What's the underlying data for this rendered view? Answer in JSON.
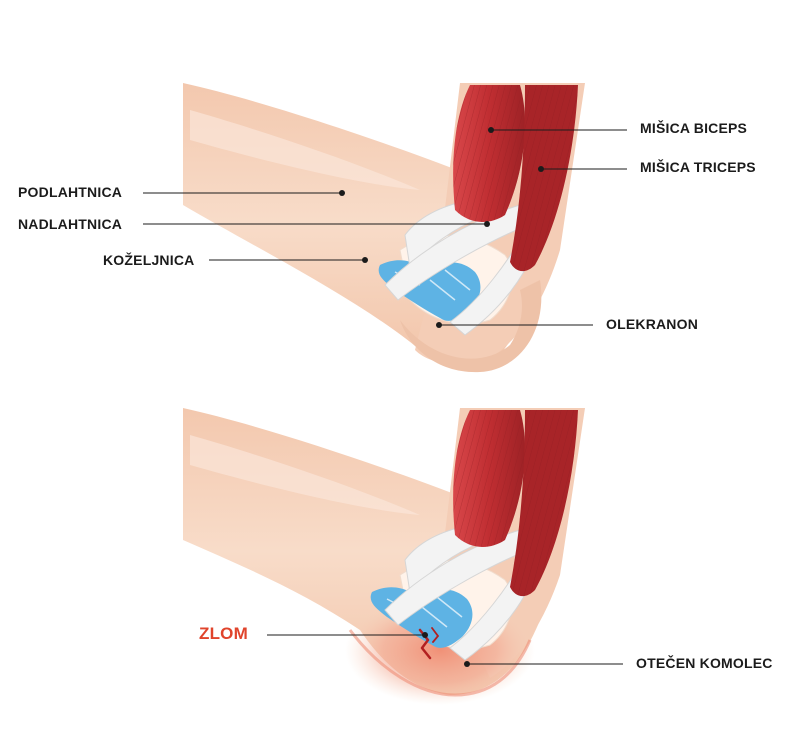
{
  "labels": {
    "forearm": "PODLAHTNICA",
    "humerus": "NADLAHTNICA",
    "radius": "KOŽELJNICA",
    "biceps": "MIŠICA BICEPS",
    "triceps": "MIŠICA TRICEPS",
    "olecranon": "OLEKRANON",
    "fracture": "ZLOM",
    "swollen_elbow": "OTEČEN KOMOLEC"
  },
  "colors": {
    "skin": "#f6d2bc",
    "skin_shadow": "#eec2a8",
    "muscle": "#c9373a",
    "muscle_dark": "#a82428",
    "tendon": "#f1f1f1",
    "cartilage": "#5eb3e4",
    "bone": "#fff3ea",
    "fracture_accent": "#e0442c",
    "line": "#1b1b1b"
  }
}
